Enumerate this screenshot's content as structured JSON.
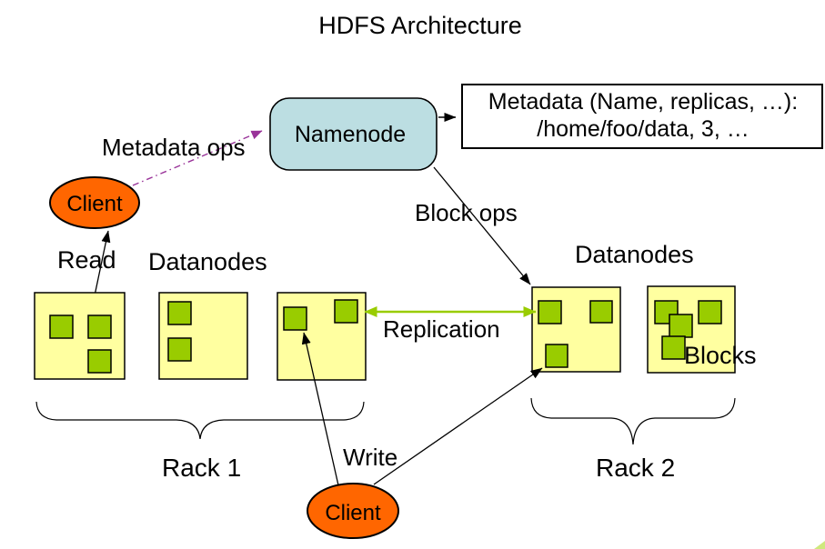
{
  "title": "HDFS Architecture",
  "colors": {
    "background": "#ffffff",
    "namenode_fill": "#bcdee2",
    "client_fill": "#ff6600",
    "datanode_fill": "#ffffa0",
    "block_fill": "#99cc00",
    "replication_arrow": "#99cc00",
    "metadata_ops_arrow": "#993399",
    "line": "#000000",
    "corner_artifact": "#cfe87d"
  },
  "namenode": {
    "label": "Namenode"
  },
  "metadata_note": {
    "line1": "Metadata (Name, replicas, …):",
    "line2": "/home/foo/data, 3, …"
  },
  "clients": {
    "top_label": "Client",
    "bottom_label": "Client"
  },
  "edges": {
    "metadata_ops_label": "Metadata ops",
    "block_ops_label": "Block ops",
    "read_label": "Read",
    "write_label": "Write",
    "replication_label": "Replication"
  },
  "groups": {
    "datanodes_left_label": "Datanodes",
    "datanodes_right_label": "Datanodes",
    "blocks_label": "Blocks"
  },
  "racks": [
    {
      "label": "Rack 1",
      "datanode_block_counts": [
        3,
        2,
        2
      ]
    },
    {
      "label": "Rack 2",
      "datanode_block_counts": [
        3,
        4
      ]
    }
  ]
}
